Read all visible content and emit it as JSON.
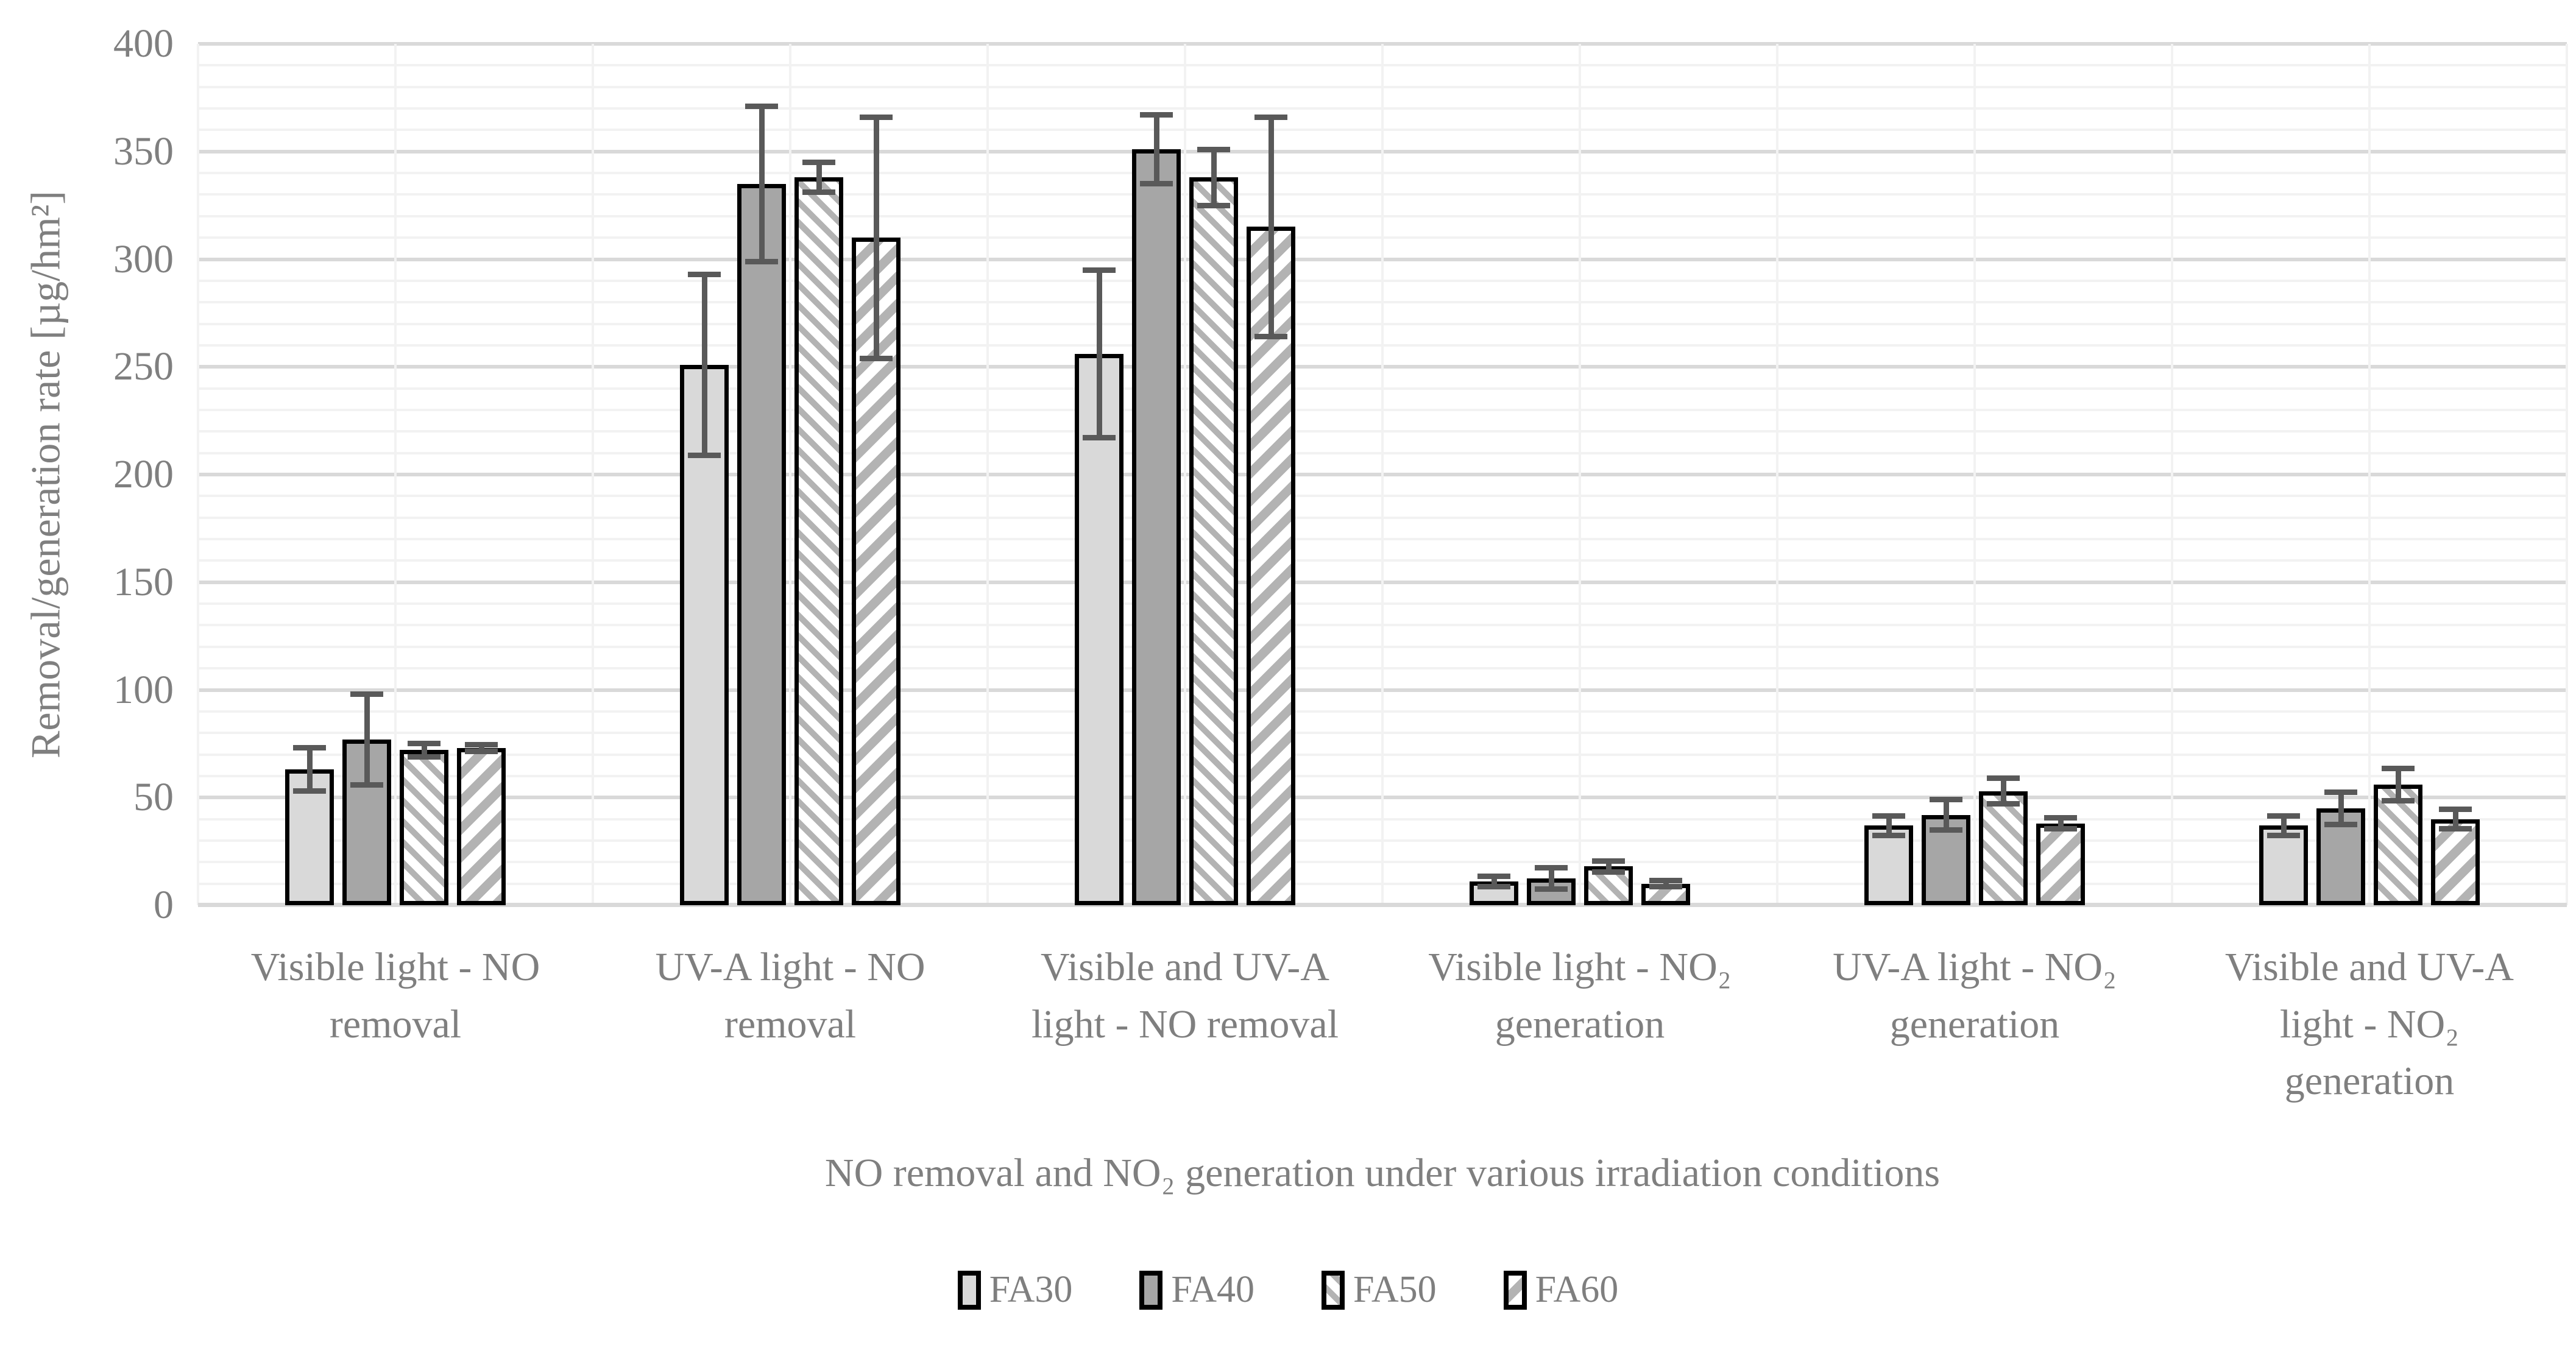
{
  "chart_data": {
    "type": "bar",
    "title": "",
    "xlabel": "NO removal and NO₂ generation under various irradiation conditions",
    "ylabel": "Removal/generation rate [µg/hm²]",
    "ylim": [
      0,
      400
    ],
    "y_major_step": 50,
    "y_minor_step": 10,
    "grid": true,
    "legend_position": "bottom",
    "y_tick_labels": [
      "0",
      "50",
      "100",
      "150",
      "200",
      "250",
      "300",
      "350",
      "400"
    ],
    "categories": [
      "Visible light - NO removal",
      "UV-A light - NO removal",
      "Visible and UV-A light - NO removal",
      "Visible light - NO₂ generation",
      "UV-A light - NO₂ generation",
      "Visible and UV-A light - NO₂ generation"
    ],
    "series": [
      {
        "name": "FA30",
        "pattern": "solid-light-gray",
        "fill": "#d9d9d9",
        "values": [
          63,
          251,
          256,
          11,
          37,
          37
        ],
        "errors": [
          10,
          42,
          39,
          2.5,
          4.5,
          4.5
        ]
      },
      {
        "name": "FA40",
        "pattern": "solid-medium-gray",
        "fill": "#a6a6a6",
        "values": [
          77,
          335,
          351,
          12.5,
          42,
          45
        ],
        "errors": [
          21,
          36,
          16,
          5,
          7,
          7.5
        ]
      },
      {
        "name": "FA50",
        "pattern": "hatch-backslash",
        "fill": "#b3b3b3",
        "values": [
          72,
          338,
          338,
          18,
          53,
          56
        ],
        "errors": [
          3,
          7,
          13,
          2.5,
          6,
          7.5
        ]
      },
      {
        "name": "FA60",
        "pattern": "hatch-slash",
        "fill": "#b3b3b3",
        "values": [
          73,
          310,
          315,
          10,
          38,
          40
        ],
        "errors": [
          1.5,
          56,
          51,
          1.5,
          2.5,
          4.5
        ]
      }
    ],
    "colors": {
      "bar_border": "#000000",
      "error_bar": "#595959",
      "grid_minor": "#f2f2f2",
      "grid_major": "#d9d9d9",
      "text": "#7f7f7f",
      "background": "#ffffff"
    }
  }
}
